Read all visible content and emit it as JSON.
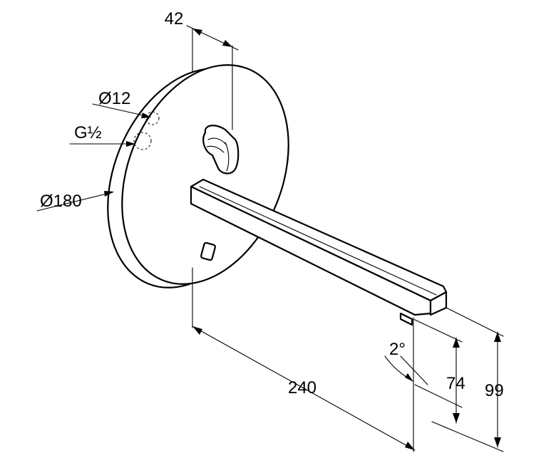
{
  "dimensions": {
    "width_42": "42",
    "diam_12": "Ø12",
    "thread": "G½",
    "diam_180": "Ø180",
    "angle_2": "2°",
    "length_240": "240",
    "height_74": "74",
    "height_99": "99"
  }
}
